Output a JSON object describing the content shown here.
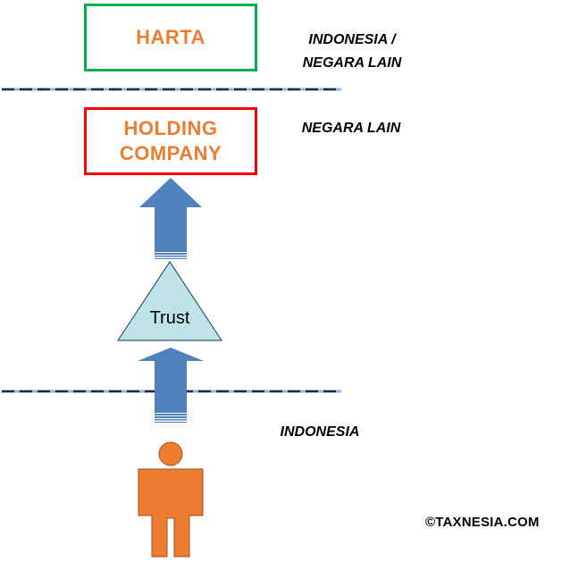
{
  "boxes": {
    "asset": {
      "label": "HARTA",
      "border_color": "#00B050"
    },
    "holding": {
      "line1": "HOLDING",
      "line2": "COMPANY",
      "border_color": "#FF0000"
    }
  },
  "labels": {
    "top_country_line1": "INDONESIA /",
    "top_country_line2": "NEGARA LAIN",
    "middle_country": "NEGARA LAIN",
    "bottom_country": "INDONESIA"
  },
  "trust": {
    "label": "Trust",
    "fill_color": "#BFE4E8"
  },
  "person": {
    "icon": "person-icon",
    "color": "#ED7D31"
  },
  "arrows": {
    "icon": "up-arrow-icon",
    "color": "#4F81BD"
  },
  "borders": {
    "line_color": "#1F2A44",
    "accent_color": "#8EB4E3"
  },
  "copyright": "©TAXNESIA.COM"
}
